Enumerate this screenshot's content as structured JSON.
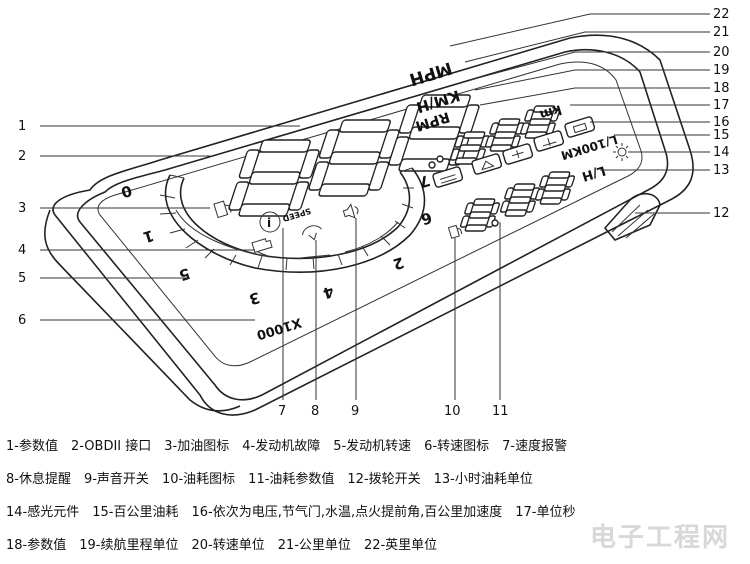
{
  "callouts": {
    "c1": "1",
    "c2": "2",
    "c3": "3",
    "c4": "4",
    "c5": "5",
    "c6": "6",
    "c7": "7",
    "c8": "8",
    "c9": "9",
    "c10": "10",
    "c11": "11",
    "c12": "12",
    "c13": "13",
    "c14": "14",
    "c15": "15",
    "c16": "16",
    "c17": "17",
    "c18": "18",
    "c19": "19",
    "c20": "20",
    "c21": "21",
    "c22": "22"
  },
  "display_text": {
    "mph": "MPH",
    "kmh": "KM/H",
    "rpm": "RPM",
    "km": "km",
    "l100km": "L/100KM",
    "lh": "L/H",
    "speed_word": "SPEED",
    "x1000": "X1000",
    "tick0": "0",
    "tick1": "1",
    "tick2": "2",
    "tick3": "3",
    "tick4": "4",
    "tick5": "5",
    "tick6": "6",
    "tick7": "7"
  },
  "legend": {
    "row1": [
      "1-参数值",
      "2-OBDII 接口",
      "3-加油图标",
      "4-发动机故障",
      "5-发动机转速",
      "6-转速图标",
      "7-速度报警"
    ],
    "row2": [
      "8-休息提醒",
      "9-声音开关",
      "10-油耗图标",
      "11-油耗参数值",
      "12-拨轮开关",
      "13-小时油耗单位"
    ],
    "row3": [
      "14-感光元件",
      "15-百公里油耗",
      "16-依次为电压,节气门,水温,点火提前角,百公里加速度",
      "17-单位秒"
    ],
    "row4": [
      "18-参数值",
      "19-续航里程单位",
      "20-转速单位",
      "21-公里单位",
      "22-英里单位"
    ]
  },
  "watermark": "电子工程网"
}
